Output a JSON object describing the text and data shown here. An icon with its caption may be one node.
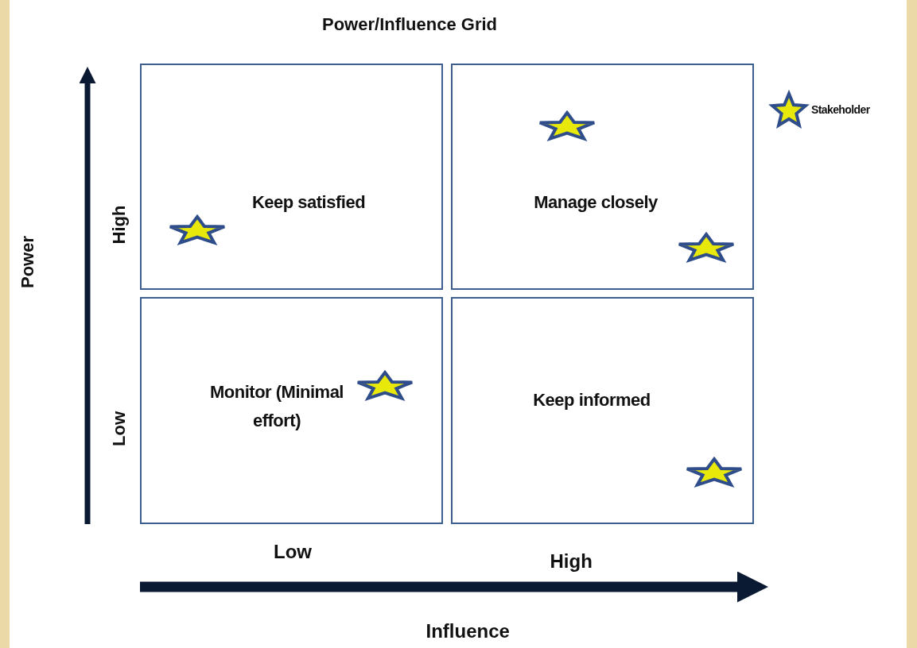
{
  "diagram": {
    "title": "Power/Influence Grid",
    "nodes": [
      {
        "text": [
          "Keep satisfied"
        ]
      },
      {
        "text": [
          "Manage closely"
        ]
      },
      {
        "text": [
          "Monitor (Minimal effort)"
        ]
      },
      {
        "text": [
          "Keep informed"
        ]
      }
    ],
    "labels": [
      "Power",
      "High",
      "Low",
      "Low",
      "High",
      "Influence"
    ],
    "legend": [
      {
        "text": "Stakeholder"
      }
    ]
  }
}
